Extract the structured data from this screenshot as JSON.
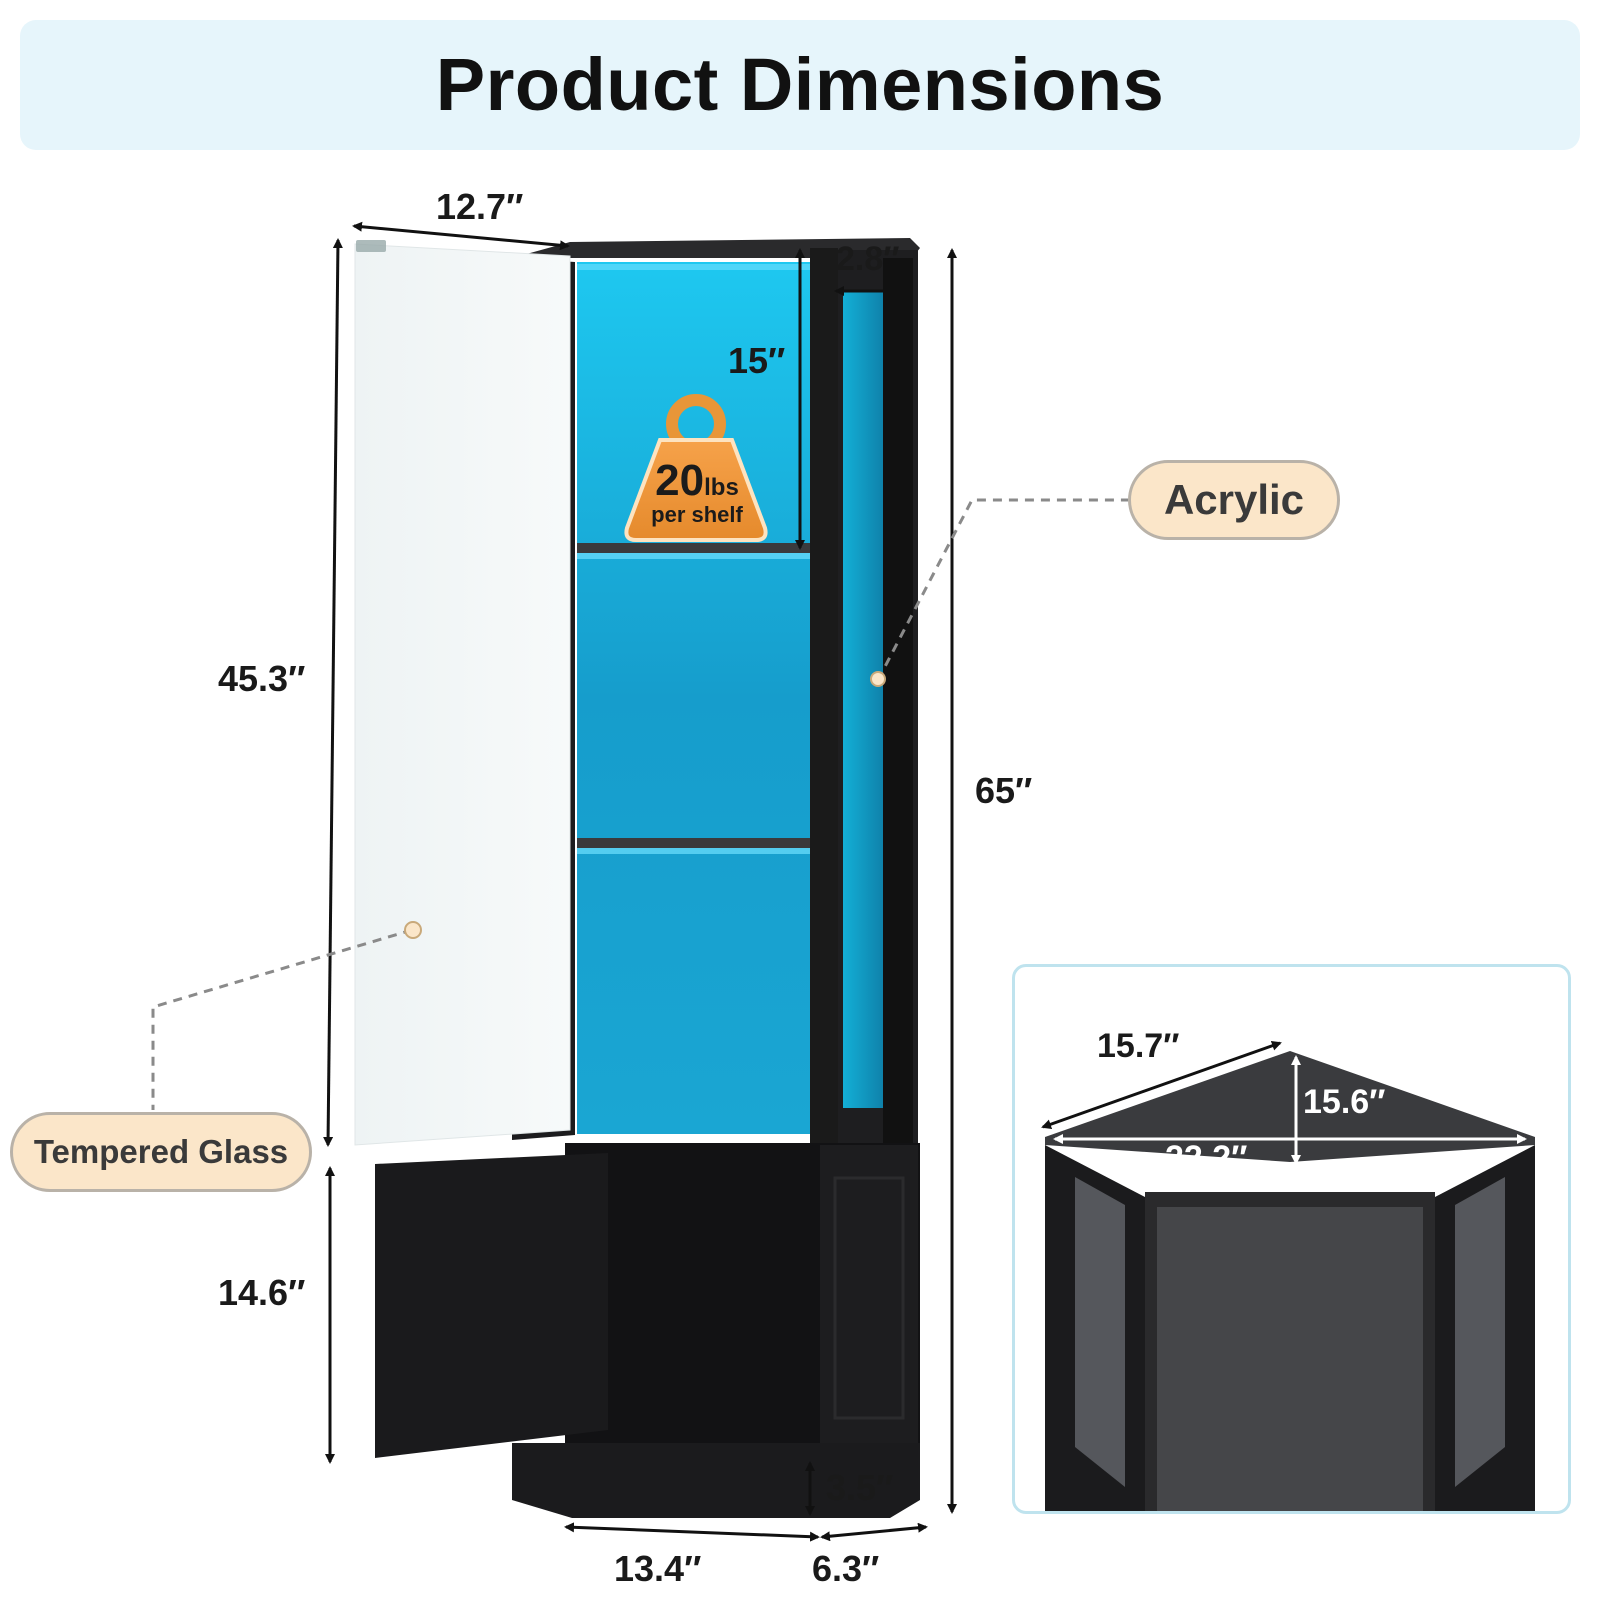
{
  "header": {
    "title": "Product Dimensions"
  },
  "dimensions": {
    "door_width": "12.7″",
    "side_panel_width": "2.8″",
    "shelf_spacing": "15″",
    "glass_door_height": "45.3″",
    "total_height": "65″",
    "cabinet_height": "14.6″",
    "base_height": "3.5″",
    "front_width": "13.4″",
    "side_width": "6.3″",
    "top_side": "15.7″",
    "top_depth": "15.6″",
    "top_front": "22.2″"
  },
  "weight_badge": {
    "value": "20",
    "unit": "lbs",
    "caption": "per shelf"
  },
  "callouts": {
    "acrylic": "Acrylic",
    "glass": "Tempered Glass"
  },
  "colors": {
    "led": "#19a9d6",
    "cabinet": "#1c1c1e",
    "callout_fill": "#fbe6c9",
    "banner": "#e6f5fb"
  }
}
